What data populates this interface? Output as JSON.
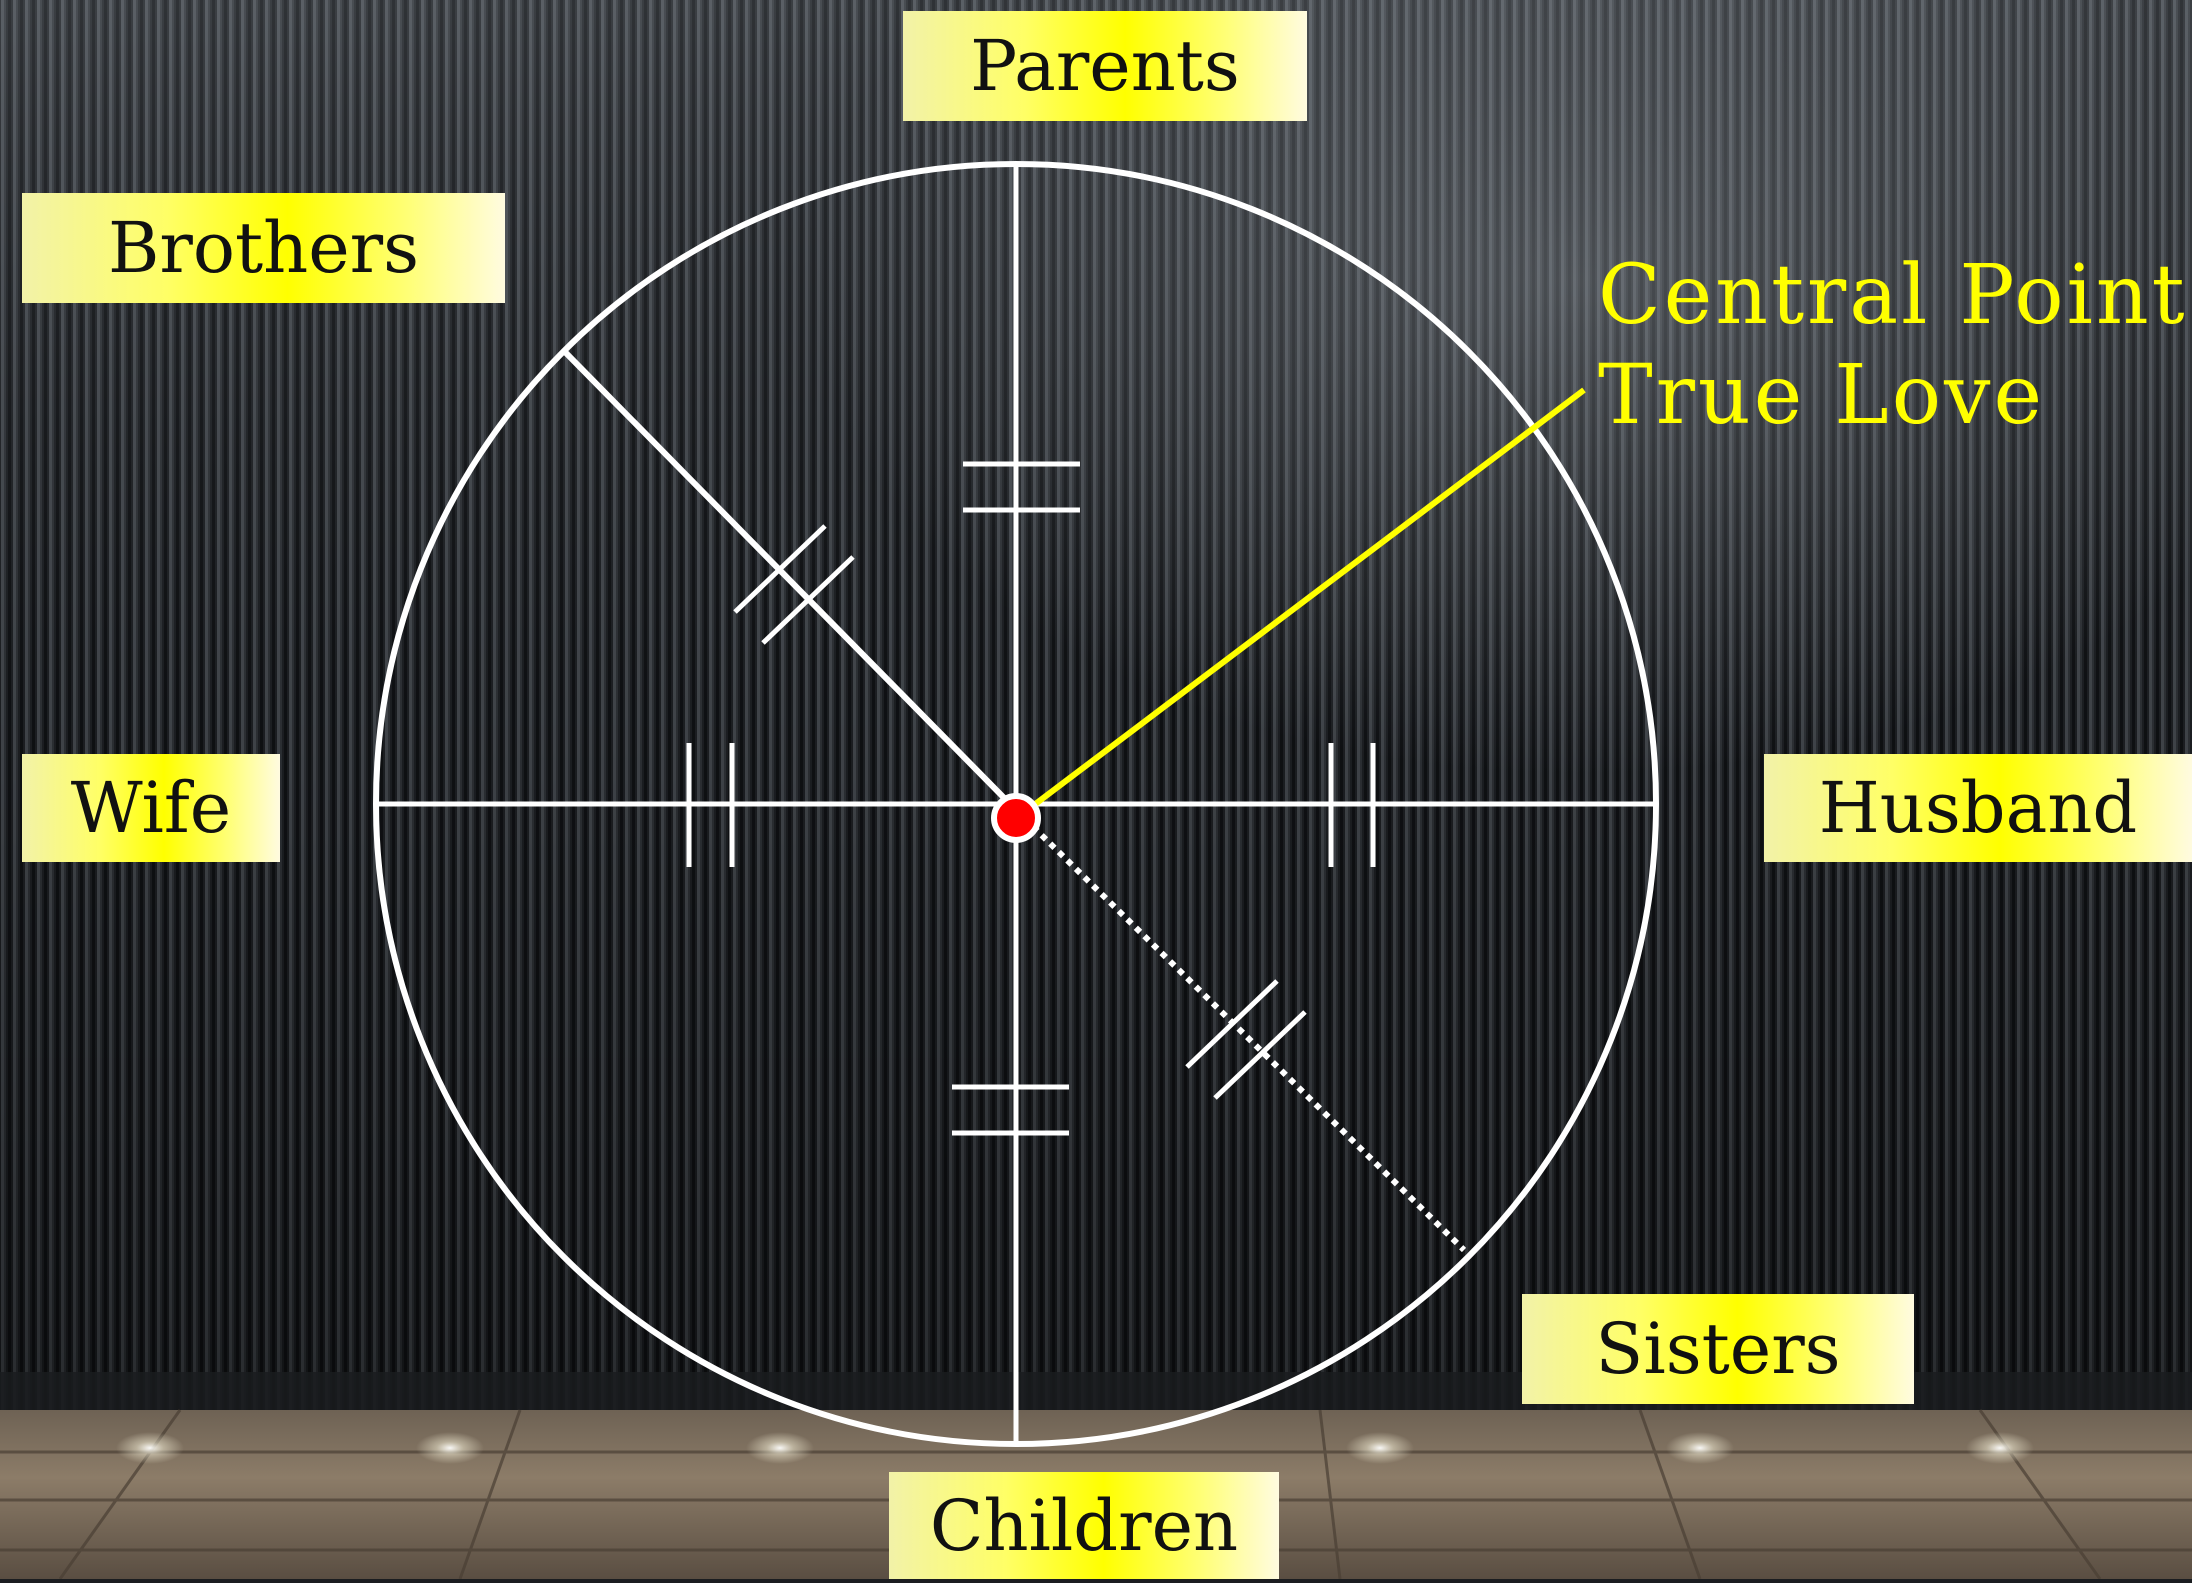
{
  "labels": {
    "parents": "Parents",
    "brothers": "Brothers",
    "wife": "Wife",
    "husband": "Husband",
    "sisters": "Sisters",
    "children": "Children"
  },
  "central_point": {
    "line1": "Central Point:",
    "line2": "True Love"
  },
  "colors": {
    "label_background": "#ffff00",
    "central_text": "#ffff00",
    "circle_stroke": "#ffffff",
    "center_dot": "#ff0000",
    "wall": "#1b1d20",
    "floor": "#8a7864"
  }
}
